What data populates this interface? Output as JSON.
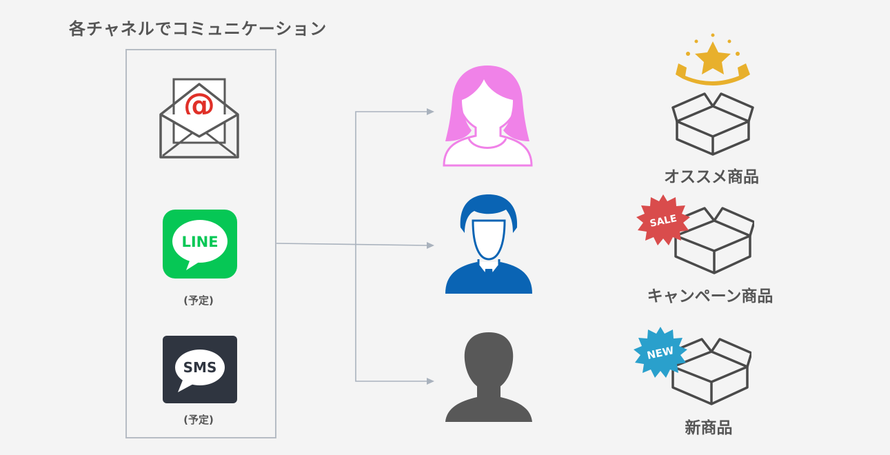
{
  "title": "各チャネルでコミュニケーション",
  "channels": [
    {
      "name": "email",
      "caption": ""
    },
    {
      "name": "line",
      "icon_text": "LINE",
      "caption": "(予定)",
      "color": "#06c755"
    },
    {
      "name": "sms",
      "icon_text": "SMS",
      "caption": "(予定)",
      "color": "#2f3540"
    }
  ],
  "customers": [
    {
      "name": "female",
      "color": "#f082e8"
    },
    {
      "name": "male",
      "color": "#0a64b4"
    },
    {
      "name": "silhouette",
      "color": "#585858"
    }
  ],
  "products": [
    {
      "label": "オススメ商品",
      "badge": "",
      "badge_color": "#e8b02c"
    },
    {
      "label": "キャンペーン商品",
      "badge": "SALE",
      "badge_color": "#d94c4c"
    },
    {
      "label": "新商品",
      "badge": "NEW",
      "badge_color": "#2aa0cc"
    }
  ],
  "colors": {
    "background": "#f4f4f4",
    "connector": "#a9b2bd",
    "text": "#555555",
    "email_at": "#e03028"
  }
}
